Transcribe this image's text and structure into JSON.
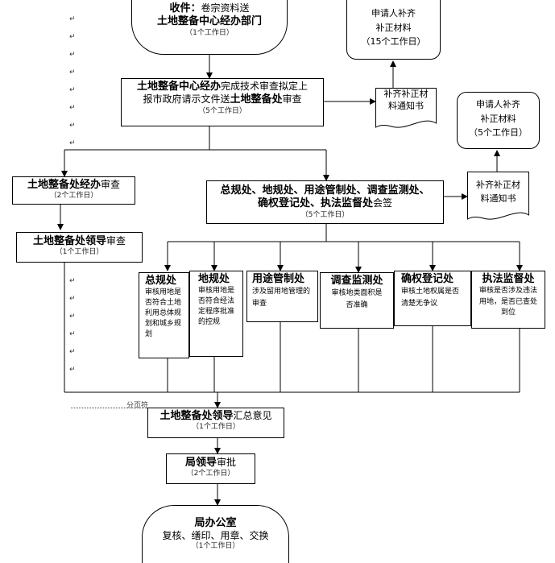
{
  "start": {
    "title": "收件：",
    "note": "卷宗资料送",
    "dept": "土地整备中心经办部门",
    "days": "（1个工作日）"
  },
  "step_technical": {
    "bold1": "土地整备中心经办",
    "text1": "完成技术审查拟定上",
    "text2": "报市政府请示文件送",
    "bold2": "土地整备处",
    "text3": "审查",
    "days": "（5个工作日）"
  },
  "notice_1": {
    "line1": "补齐补正材",
    "line2": "料通知书"
  },
  "applicant_1": {
    "line1": "申请人补齐",
    "line2": "补正材料",
    "days": "（15个工作日）"
  },
  "notice_2": {
    "line1": "补齐补正材",
    "line2": "料通知书"
  },
  "applicant_2": {
    "line1": "申请人补齐",
    "line2": "补正材料",
    "days": "（5个工作日）"
  },
  "step_handling": {
    "bold": "土地整备处经办",
    "text": "审查",
    "days": "（2个工作日）"
  },
  "step_leader": {
    "bold": "土地整备处领导",
    "text": "审查",
    "days": "（1个工作日）"
  },
  "step_joint": {
    "line1": "总规处、地规处、用途管制处、调查监测处、",
    "line2_bold": "确权登记处、执法监督处",
    "line2_text": "会签",
    "days": "（5个工作日）"
  },
  "depts": [
    {
      "name": "总规处",
      "desc": "审核用地是否符合土地利用总体规划和城乡规划"
    },
    {
      "name": "地规处",
      "desc": "审核用地是否符合经法定程序批准的控规"
    },
    {
      "name": "用途管制处",
      "desc": "涉及留用地管理的审查"
    },
    {
      "name": "调查监测处",
      "desc": "审核地类面积是否准确"
    },
    {
      "name": "确权登记处",
      "desc": "审核土地权属是否清楚无争议"
    },
    {
      "name": "执法监督处",
      "desc": "审核是否涉及违法用地，是否已查处到位"
    }
  ],
  "page_break": "分页符",
  "step_summary": {
    "bold": "土地整备处领导",
    "text": "汇总意见",
    "days": "（1个工作日）"
  },
  "step_bureau": {
    "bold": "局领导",
    "text": "审批",
    "days": "（2个工作日）"
  },
  "end": {
    "title": "局办公室",
    "text": "复核、缮印、用章、交换",
    "days": "（1个工作日）"
  }
}
